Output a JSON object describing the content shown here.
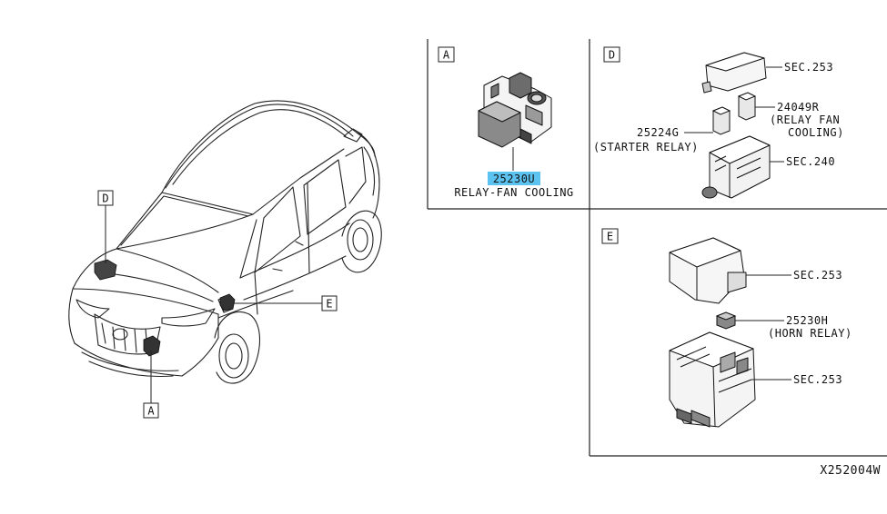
{
  "accent_color": "#5cc3f0",
  "callouts": {
    "car_d": "D",
    "car_e": "E",
    "car_a": "A"
  },
  "panel_a": {
    "letter": "A",
    "part_number": "25230U",
    "part_name": "RELAY-FAN COOLING",
    "highlight_color": "#5cc3f0"
  },
  "panel_d": {
    "letter": "D",
    "sec_top": "SEC.253",
    "relay_fan_number": "24049R",
    "relay_fan_desc_1": "(RELAY FAN",
    "relay_fan_desc_2": "COOLING)",
    "starter_number": "25224G",
    "starter_desc": "(STARTER RELAY)",
    "sec_box": "SEC.240"
  },
  "panel_e": {
    "letter": "E",
    "sec_top": "SEC.253",
    "horn_number": "25230H",
    "horn_desc": "(HORN RELAY)",
    "sec_bottom": "SEC.253"
  },
  "diagram_code": "X252004W"
}
